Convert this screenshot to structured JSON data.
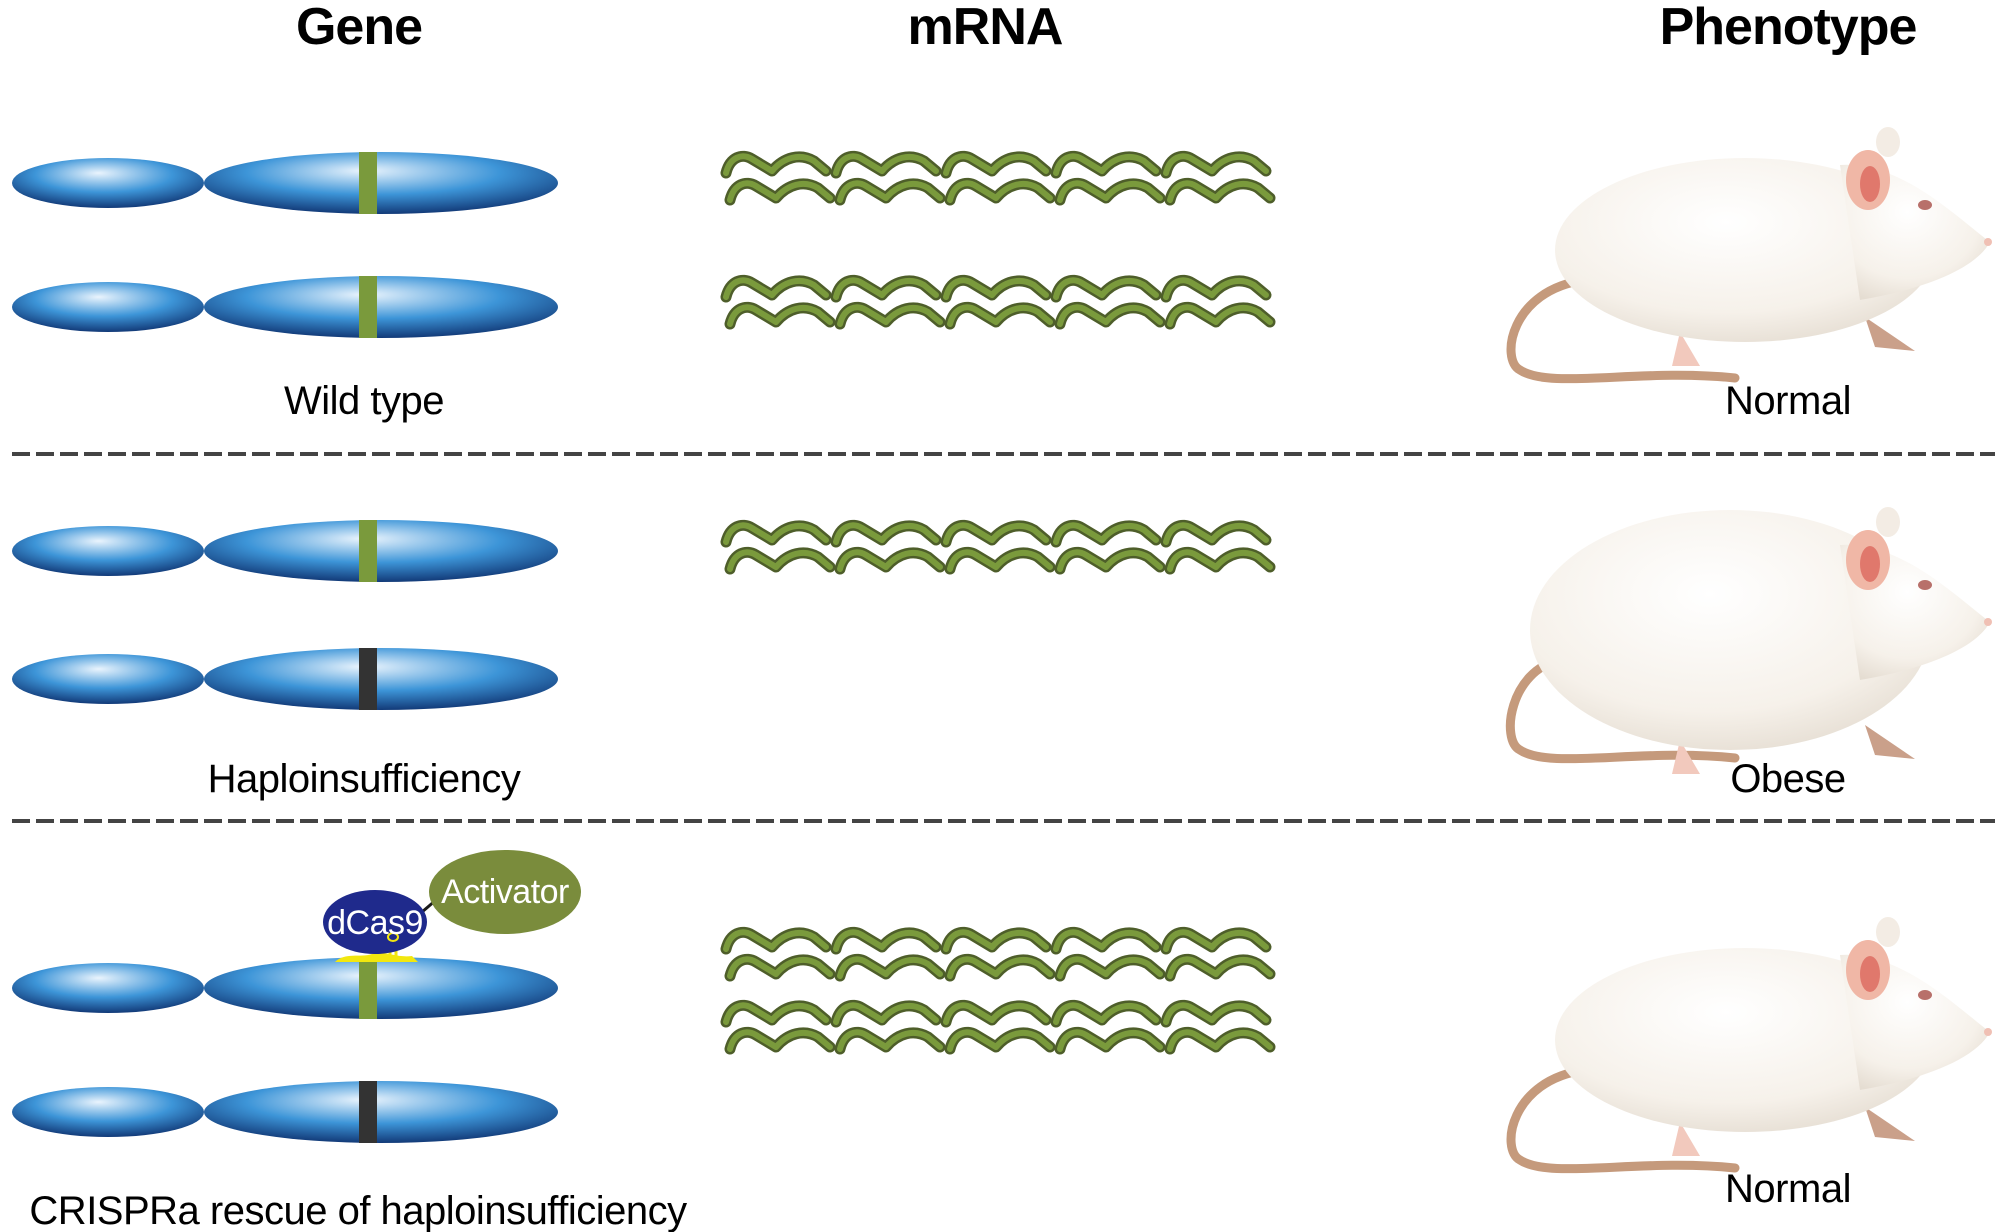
{
  "figure": {
    "headers": {
      "gene": "Gene",
      "mrna": "mRNA",
      "phenotype": "Phenotype"
    },
    "rows": [
      {
        "id": "wild-type",
        "genotype_label": "Wild type",
        "phenotype_label": "Normal",
        "alleles": [
          "functional",
          "functional"
        ],
        "mrna_count": 20,
        "mrna_grid_rows": 4,
        "mouse_build": "normal"
      },
      {
        "id": "haploinsufficiency",
        "genotype_label": "Haploinsufficiency",
        "phenotype_label": "Obese",
        "alleles": [
          "functional",
          "null"
        ],
        "mrna_count": 10,
        "mrna_grid_rows": 2,
        "mouse_build": "obese"
      },
      {
        "id": "crispra-rescue",
        "genotype_label": "CRISPRa rescue of haploinsufficiency",
        "phenotype_label": "Normal",
        "alleles": [
          "functional-activated",
          "null"
        ],
        "mrna_count": 20,
        "mrna_grid_rows": 4,
        "mouse_build": "normal",
        "complex": {
          "dcas9_label": "dCas9",
          "activator_label": "Activator"
        }
      }
    ],
    "colors": {
      "chromosome_light": "#eaf4fd",
      "chromosome_mid": "#3d95d8",
      "chromosome_dark": "#123a78",
      "functional_band": "#7a9a3c",
      "null_band": "#333333",
      "mrna_fill": "#7a9a3c",
      "mrna_outline": "#4e5e2a",
      "dcas9": "#1f2a8c",
      "activator": "#7a8c3c",
      "guide_rna": "#f2e70f",
      "divider": "#444444",
      "mouse_fur": "#f6f1ea",
      "mouse_tail": "#c59a7c",
      "mouse_ear": "#f0b7a6"
    }
  }
}
